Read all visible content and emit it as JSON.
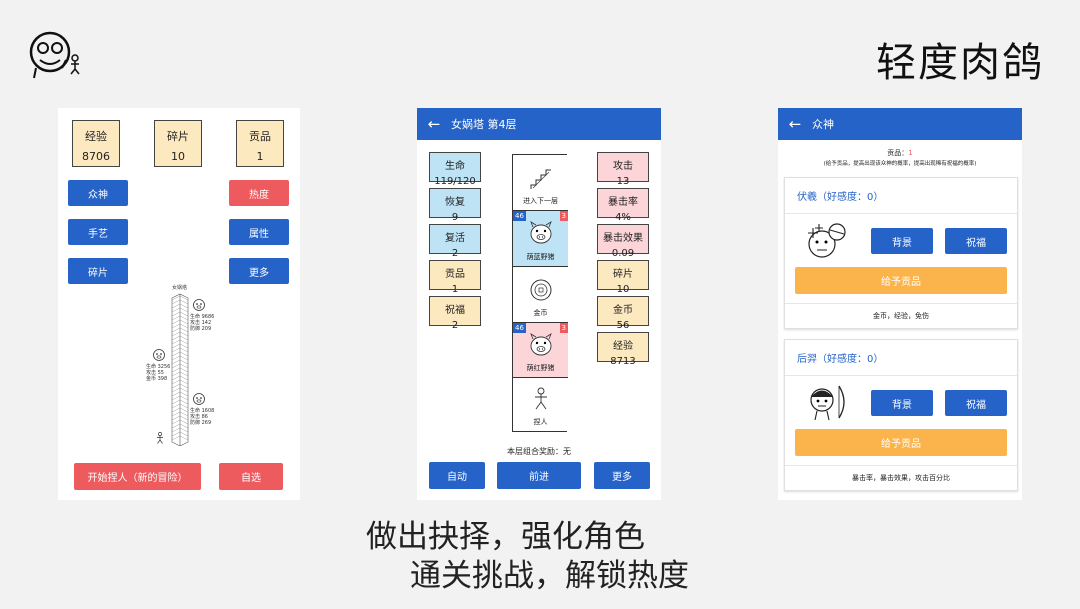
{
  "brand": "轻度肉鸽",
  "tagline": {
    "line1": "做出抉择，强化角色",
    "line2": "通关挑战，解锁热度"
  },
  "phone1": {
    "stats": [
      {
        "label": "经验",
        "value": "8706"
      },
      {
        "label": "碎片",
        "value": "10"
      },
      {
        "label": "贡品",
        "value": "1"
      }
    ],
    "left_buttons": [
      "众神",
      "手艺",
      "碎片"
    ],
    "right_buttons": [
      "热度",
      "属性",
      "更多"
    ],
    "tower": {
      "top_label": "女娲塔",
      "monster1": {
        "lines": [
          "生命 9686",
          "攻击 142",
          "防御 209"
        ]
      },
      "monster2": {
        "lines": [
          "生命 3256",
          "攻击 55",
          "金币 398"
        ]
      },
      "monster3": {
        "lines": [
          "生命 1608",
          "攻击 86",
          "防御 269"
        ]
      }
    },
    "start_button": "开始捏人（新的冒险）",
    "auto_button": "自选"
  },
  "phone2": {
    "title": "女娲塔 第4层",
    "back_icon": "←",
    "left_stats": [
      {
        "label": "生命",
        "value": "119/120",
        "color": "blue"
      },
      {
        "label": "恢复",
        "value": "9",
        "color": "blue"
      },
      {
        "label": "复活",
        "value": "2",
        "color": "blue"
      },
      {
        "label": "贡品",
        "value": "1",
        "color": "yellow"
      },
      {
        "label": "祝福",
        "value": "2",
        "color": "yellow"
      }
    ],
    "right_stats": [
      {
        "label": "攻击",
        "value": "13",
        "color": "pink"
      },
      {
        "label": "暴击率",
        "value": "4%",
        "color": "pink"
      },
      {
        "label": "暴击效果",
        "value": "0.09",
        "color": "pink"
      },
      {
        "label": "碎片",
        "value": "10",
        "color": "yellow"
      },
      {
        "label": "金币",
        "value": "56",
        "color": "yellow"
      },
      {
        "label": "经验",
        "value": "8713",
        "color": "yellow"
      }
    ],
    "cells": [
      {
        "label": "进入下一层"
      },
      {
        "label": "荫蓝野猪",
        "left_badge": "46",
        "right_badge": "3"
      },
      {
        "label": "金币"
      },
      {
        "label": "荫红野猪",
        "left_badge": "46",
        "right_badge": "3"
      },
      {
        "label": "捏人"
      }
    ],
    "combo_reward": "本层组合奖励：无",
    "buttons": [
      "自动",
      "前进",
      "更多"
    ]
  },
  "phone3": {
    "title": "众神",
    "back_icon": "←",
    "tribute_label": "贡品：",
    "tribute_value": "1",
    "note": "(给予贡品，提高出现该众神的概率，提高出现稀有祝福的概率)",
    "gods": [
      {
        "name": "伏羲（好感度：0）",
        "background_btn": "背景",
        "bless_btn": "祝福",
        "give_btn": "给予贡品",
        "rewards": "金币，经验，免伤"
      },
      {
        "name": "后羿（好感度：0）",
        "background_btn": "背景",
        "bless_btn": "祝福",
        "give_btn": "给予贡品",
        "rewards": "暴击率，暴击效果，攻击百分比"
      }
    ]
  },
  "colors": {
    "primary": "#2563c8",
    "danger": "#ee5b5f",
    "accent": "#fbb44c",
    "card_yellow": "#fde9c0",
    "card_blue": "#bde3f5",
    "card_pink": "#fcd5d8"
  }
}
